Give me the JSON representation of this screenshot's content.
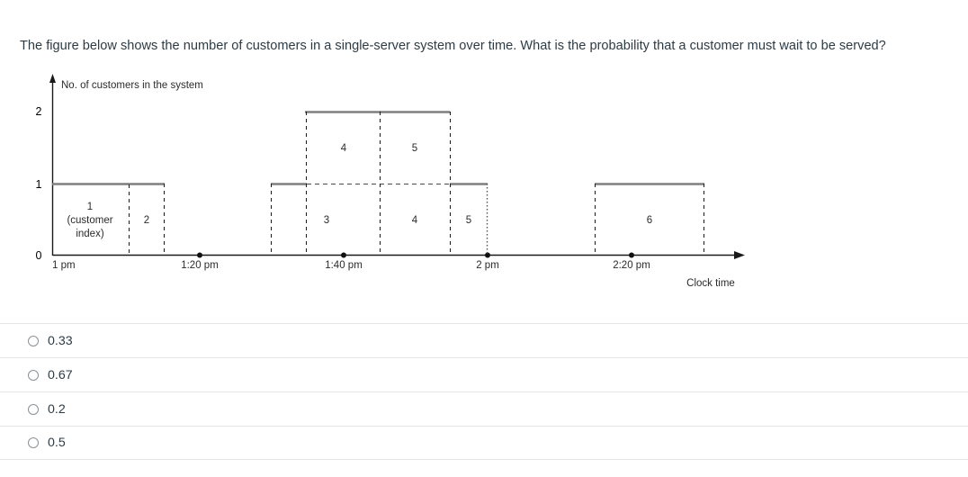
{
  "question": {
    "text": "The figure below shows the number of customers in a single-server system over time. What is the probability that a customer must wait to be served?"
  },
  "figure": {
    "y_axis_title": "No. of customers in the system",
    "x_axis_caption": "Clock time",
    "y_ticks": [
      "0",
      "1",
      "2"
    ],
    "x_ticks": [
      "1 pm",
      "1:20 pm",
      "1:40 pm",
      "2 pm",
      "2:20 pm"
    ],
    "first_block_label_line1": "1",
    "first_block_label_line2": "(customer",
    "first_block_label_line3": "index)",
    "block_labels": {
      "c2": "2",
      "c3": "3",
      "c4_lower": "4",
      "c4_upper": "4",
      "c5_lower": "5",
      "c5_upper": "5",
      "c6": "6"
    },
    "colors": {
      "step_line": "#7f7f7f",
      "axis": "#1a1a1a",
      "dashed": "#1a1a1a",
      "text": "#2b2b2b"
    }
  },
  "chart_data": {
    "type": "line",
    "title": "",
    "xlabel": "Clock time",
    "ylabel": "No. of customers in the system",
    "ylim": [
      0,
      2.3
    ],
    "yticks": [
      0,
      1,
      2
    ],
    "xtick_labels": [
      "1 pm",
      "1:20 pm",
      "1:40 pm",
      "2 pm",
      "2:20 pm"
    ],
    "xtick_minutes": [
      0,
      20,
      40,
      60,
      80
    ],
    "grid": false,
    "legend": "none",
    "description": "Step function of number of customers in system vs clock time",
    "steps": [
      {
        "start_min": 0,
        "end_min": 25.8,
        "level": 1
      },
      {
        "start_min": 25.8,
        "end_min": 39.8,
        "level": 0
      },
      {
        "start_min": 39.8,
        "end_min": 46.2,
        "level": 1
      },
      {
        "start_min": 46.2,
        "end_min": 79.5,
        "level": 2
      },
      {
        "start_min": 79.5,
        "end_min": 85.5,
        "level": 1
      },
      {
        "start_min": 85.5,
        "end_min": 98.5,
        "level": 0
      },
      {
        "start_min": 98.5,
        "end_min": 118.5,
        "level": 1
      },
      {
        "start_min": 118.5,
        "end_min": 130,
        "level": 0
      }
    ],
    "customers": [
      {
        "index": 1,
        "level": 1,
        "start_min": 0,
        "end_min": 14.1,
        "waited": false
      },
      {
        "index": 2,
        "level": 1,
        "start_min": 14.1,
        "end_min": 25.8,
        "waited": false
      },
      {
        "index": 3,
        "level": 1,
        "start_min": 39.8,
        "end_min": 66.4,
        "waited": false
      },
      {
        "index": 4,
        "level": 2,
        "start_min": 46.2,
        "end_min": 66.4,
        "waited": true
      },
      {
        "index": 4,
        "level": 1,
        "start_min": 66.4,
        "end_min": 79.5,
        "waited": true
      },
      {
        "index": 5,
        "level": 2,
        "start_min": 66.4,
        "end_min": 79.5,
        "waited": true
      },
      {
        "index": 5,
        "level": 1,
        "start_min": 79.5,
        "end_min": 85.5,
        "waited": true
      },
      {
        "index": 6,
        "level": 1,
        "start_min": 98.5,
        "end_min": 118.5,
        "waited": false
      }
    ]
  },
  "options": [
    {
      "label": "0.33",
      "selected": false
    },
    {
      "label": "0.67",
      "selected": false
    },
    {
      "label": "0.2",
      "selected": false
    },
    {
      "label": "0.5",
      "selected": false
    }
  ]
}
